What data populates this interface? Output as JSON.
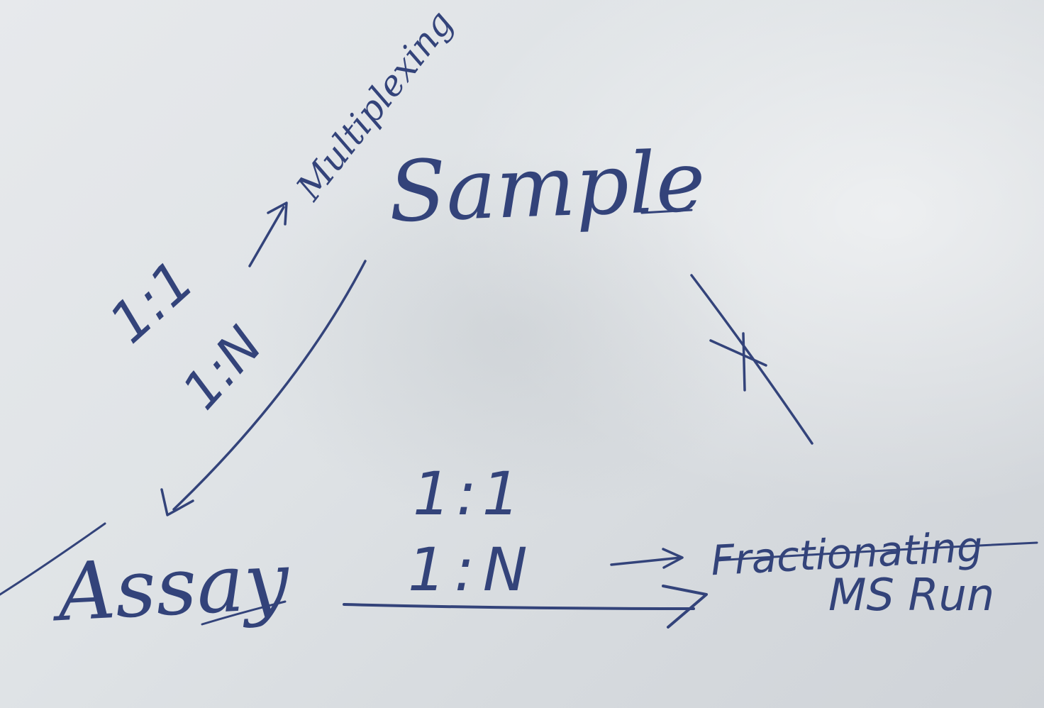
{
  "colors": {
    "ink": "#33437a",
    "paper": "#e3e6e9"
  },
  "nodes": {
    "sample": "Sample",
    "assay": "Assay",
    "fractionating": "Fractionating",
    "ms_run": "MS Run"
  },
  "edges": {
    "sample_assay": {
      "ratio_one": "1:1",
      "ratio_many": "1:N",
      "ratio_many_note": "Multiplexing"
    },
    "assay_msrun": {
      "ratio_one": "1:1",
      "ratio_many": "1:N"
    },
    "sample_msrun": {
      "marker": "crossed-out"
    }
  }
}
